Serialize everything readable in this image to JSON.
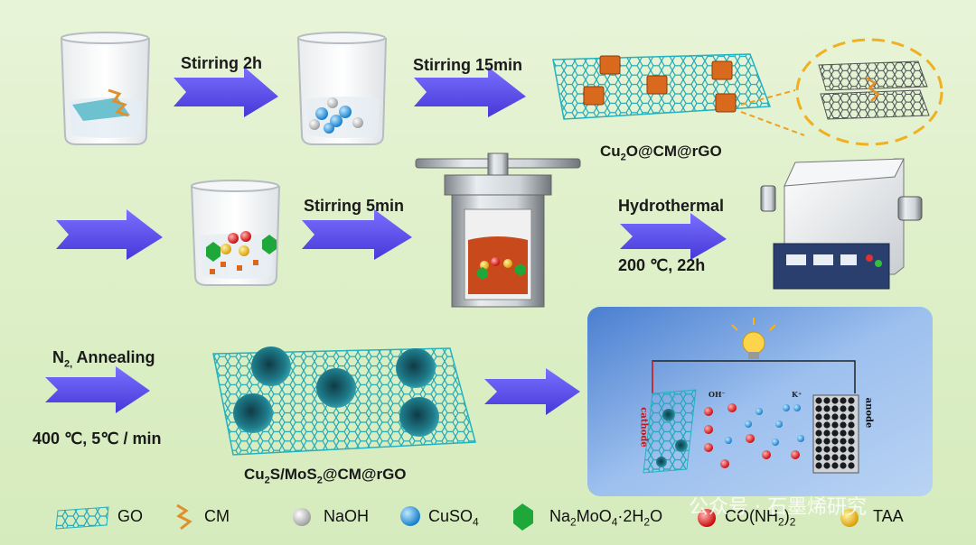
{
  "steps": {
    "stirring_2h": "Stirring 2h",
    "stirring_15min": "Stirring 15min",
    "stirring_5min": "Stirring 5min",
    "hydrothermal": "Hydrothermal",
    "hydrothermal_cond": "200 ℃,  22h",
    "annealing_gas": "N",
    "annealing_gas_sub": "2,",
    "annealing": " Annealing",
    "annealing_cond": "400 ℃,  5℃ / min"
  },
  "products": {
    "intermediate": [
      "Cu",
      "2",
      "O@CM@rGO"
    ],
    "final": [
      "Cu",
      "2",
      "S/MoS",
      "2",
      "@CM@rGO"
    ]
  },
  "cell": {
    "cathode": "cathode",
    "anode": "anode",
    "anion": "OH⁻",
    "cation": "K⁺"
  },
  "legend": {
    "go": "GO",
    "cm": "CM",
    "naoh": "NaOH",
    "cuso4": [
      "CuSO",
      "4"
    ],
    "na2moo4": [
      "Na",
      "2",
      "MoO",
      "4",
      "·2H",
      "2",
      "O"
    ],
    "urea": [
      "CO(NH",
      "2",
      ")",
      "2"
    ],
    "taa": "TAA"
  },
  "watermark": "公众号 · 石墨烯研究",
  "colors": {
    "arrow": "#5a4fe0",
    "graphene": "#23b3c0",
    "cu2o": "#d9691c",
    "naoh": "#d8d8d8",
    "cuso4": "#2a9be0",
    "na2moo4": "#1fa83a",
    "urea": "#e01a1a",
    "taa": "#f0c020",
    "cell_bg": "#7fa6e0"
  }
}
